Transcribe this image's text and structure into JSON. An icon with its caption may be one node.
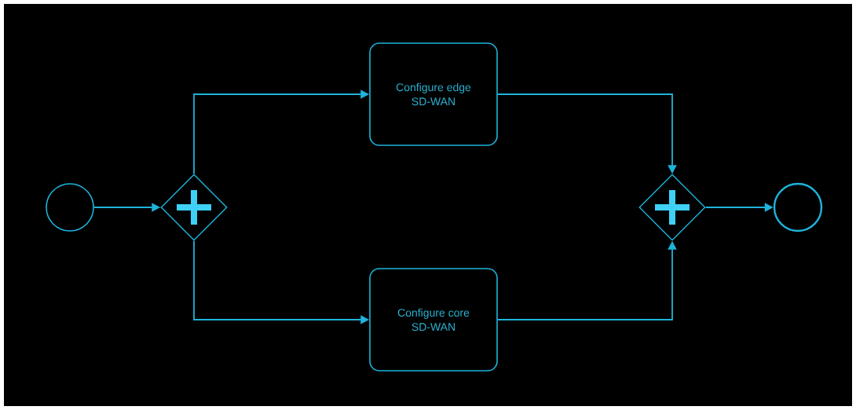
{
  "diagram": {
    "nodes": [
      {
        "text": [],
        "shape": "circle"
      },
      {
        "text": [],
        "shape": "diamond"
      },
      {
        "text": [
          "Configure edge SD-WAN"
        ]
      },
      {
        "text": [
          "Configure core SD-WAN"
        ]
      },
      {
        "text": [],
        "shape": "diamond"
      },
      {
        "text": [],
        "shape": "circle"
      }
    ],
    "edges": [
      {
        "from": 0,
        "to": 1,
        "arrow": "to"
      },
      {
        "from": 1,
        "to": 2,
        "arrow": "to"
      },
      {
        "from": 1,
        "to": 3,
        "arrow": "to"
      },
      {
        "from": 2,
        "to": 4,
        "arrow": "to"
      },
      {
        "from": 3,
        "to": 4,
        "arrow": "to"
      },
      {
        "from": 4,
        "to": 5,
        "arrow": "to"
      }
    ]
  }
}
